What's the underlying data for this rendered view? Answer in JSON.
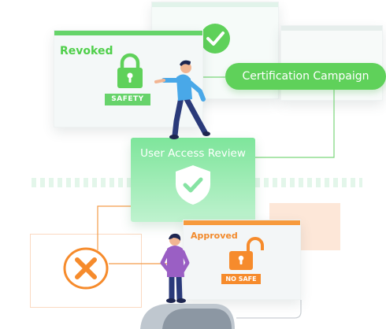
{
  "cards": {
    "revoked": {
      "title": "Revoked",
      "badge": "SAFETY"
    },
    "campaign": {
      "label": "Certification Campaign"
    },
    "review": {
      "title": "User Access Review"
    },
    "approved": {
      "title": "Approved",
      "badge": "NO SAFE"
    }
  },
  "icons": {
    "revoked_lock": "lock-closed-icon",
    "top_check": "check-circle-icon",
    "review_shield": "shield-check-icon",
    "approved_lock": "lock-open-icon",
    "denied_x": "x-circle-icon"
  },
  "colors": {
    "green": "#5fd15a",
    "green_light": "#7ee59b",
    "orange": "#f68b2c",
    "navy": "#2a3a7a",
    "figure_shirt_blue": "#49a8e8",
    "figure_shirt_purple": "#9a5fc4"
  }
}
